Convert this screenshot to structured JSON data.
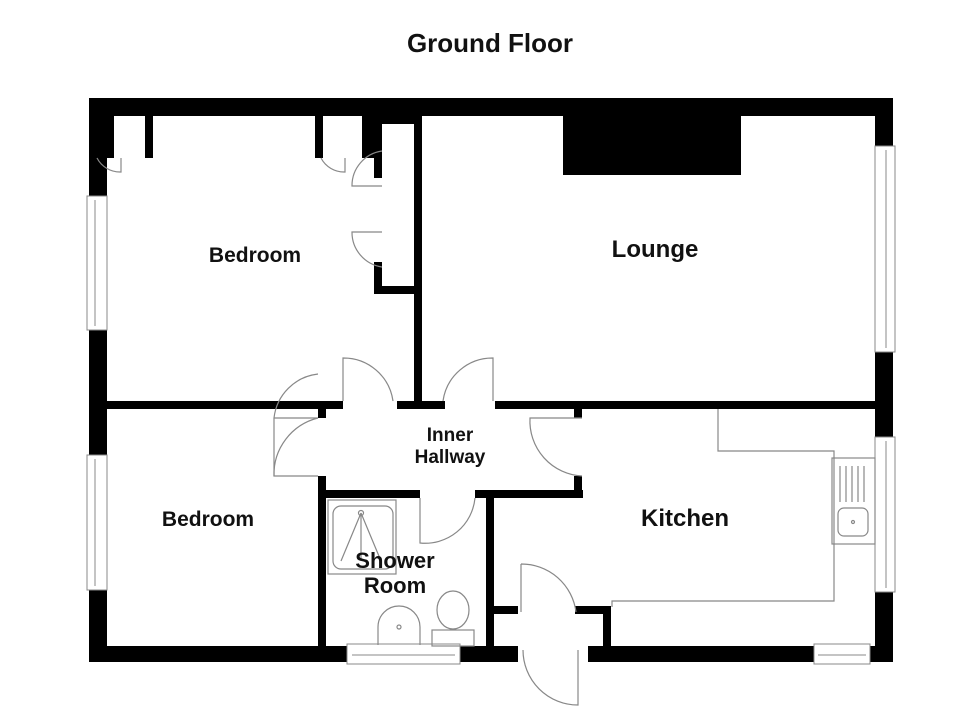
{
  "title": "Ground Floor",
  "rooms": {
    "bedroom1": "Bedroom",
    "lounge": "Lounge",
    "inner_hallway_line1": "Inner",
    "inner_hallway_line2": "Hallway",
    "bedroom2": "Bedroom",
    "shower_line1": "Shower",
    "shower_line2": "Room",
    "kitchen": "Kitchen"
  },
  "colors": {
    "wall": "#000000",
    "fixture": "#888888",
    "background": "#ffffff"
  }
}
